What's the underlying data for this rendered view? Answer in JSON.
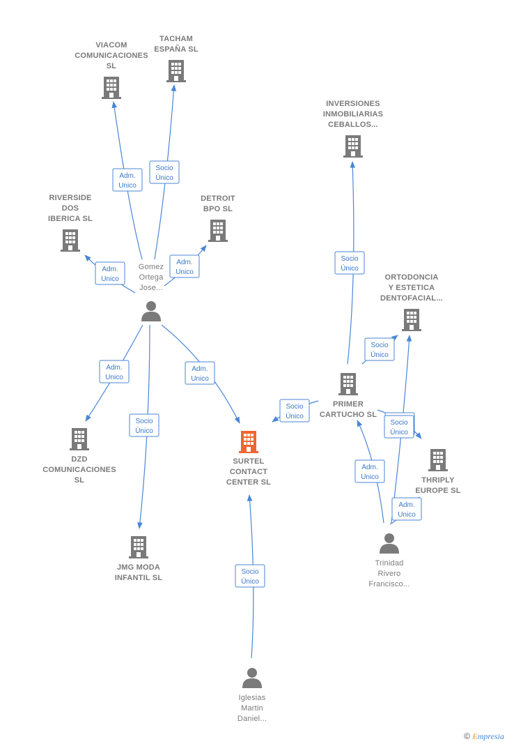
{
  "colors": {
    "edge": "#4a86d6",
    "company": "#7a7a7a",
    "highlight_company": "#ee6633",
    "person": "#7a7a7a"
  },
  "nodes": [
    {
      "id": "viacom",
      "type": "company",
      "lines": [
        "VIACOM",
        "COMUNICACIONES",
        "SL"
      ]
    },
    {
      "id": "tacham",
      "type": "company",
      "lines": [
        "TACHAM",
        "ESPAÑA  SL"
      ]
    },
    {
      "id": "riverside",
      "type": "company",
      "lines": [
        "RIVERSIDE",
        "DOS",
        "IBERICA  SL"
      ]
    },
    {
      "id": "detroit",
      "type": "company",
      "lines": [
        "DETROIT",
        "BPO  SL"
      ]
    },
    {
      "id": "gomez",
      "type": "person",
      "lines": [
        "Gomez",
        "Ortega",
        "Jose..."
      ]
    },
    {
      "id": "dzd",
      "type": "company",
      "lines": [
        "DZD",
        "COMUNICACIONES",
        "SL"
      ]
    },
    {
      "id": "jmg",
      "type": "company",
      "lines": [
        "JMG MODA",
        "INFANTIL  SL"
      ]
    },
    {
      "id": "surtel",
      "type": "company",
      "highlight": true,
      "lines": [
        "SURTEL",
        "CONTACT",
        "CENTER  SL"
      ]
    },
    {
      "id": "iglesias",
      "type": "person",
      "lines": [
        "Iglesias",
        "Martin",
        "Daniel..."
      ]
    },
    {
      "id": "inversiones",
      "type": "company",
      "lines": [
        "INVERSIONES",
        "INMOBILIARIAS",
        "CEBALLOS..."
      ]
    },
    {
      "id": "ortodoncia",
      "type": "company",
      "lines": [
        "ORTODONCIA",
        "Y ESTETICA",
        "DENTOFACIAL..."
      ]
    },
    {
      "id": "primer",
      "type": "company",
      "lines": [
        "PRIMER",
        "CARTUCHO  SL"
      ]
    },
    {
      "id": "thriply",
      "type": "company",
      "lines": [
        "THRIPLY",
        "EUROPE  SL"
      ]
    },
    {
      "id": "trinidad",
      "type": "person",
      "lines": [
        "Trinidad",
        "Rivero",
        "Francisco..."
      ]
    }
  ],
  "edges": [
    {
      "id": "e1",
      "from": "gomez",
      "to": "viacom",
      "lines": [
        "Adm.",
        "Unico"
      ]
    },
    {
      "id": "e2",
      "from": "gomez",
      "to": "tacham",
      "lines": [
        "Socio",
        "Único"
      ]
    },
    {
      "id": "e3",
      "from": "gomez",
      "to": "riverside",
      "lines": [
        "Adm.",
        "Unico"
      ]
    },
    {
      "id": "e4",
      "from": "gomez",
      "to": "detroit",
      "lines": [
        "Adm.",
        "Unico"
      ]
    },
    {
      "id": "e5",
      "from": "gomez",
      "to": "dzd",
      "lines": [
        "Adm.",
        "Unico"
      ]
    },
    {
      "id": "e6",
      "from": "gomez",
      "to": "jmg",
      "lines": [
        "Socio",
        "Único"
      ]
    },
    {
      "id": "e7",
      "from": "gomez",
      "to": "surtel",
      "lines": [
        "Adm.",
        "Unico"
      ]
    },
    {
      "id": "e8",
      "from": "iglesias",
      "to": "surtel",
      "lines": [
        "Socio",
        "Único"
      ]
    },
    {
      "id": "e9",
      "from": "primer",
      "to": "surtel",
      "lines": [
        "Socio",
        "Único"
      ]
    },
    {
      "id": "e10",
      "from": "primer",
      "to": "inversiones",
      "lines": [
        "Socio",
        "Único"
      ]
    },
    {
      "id": "e11",
      "from": "primer",
      "to": "ortodoncia",
      "lines": [
        "Socio",
        "Único"
      ]
    },
    {
      "id": "e12",
      "from": "primer",
      "to": "thriply",
      "lines": [
        "Socio",
        "Único"
      ]
    },
    {
      "id": "e13",
      "from": "trinidad",
      "to": "primer",
      "lines": [
        "Adm.",
        "Unico"
      ]
    },
    {
      "id": "e14",
      "from": "trinidad",
      "to": "ortodoncia",
      "lines": [
        "Socio",
        "Único"
      ]
    },
    {
      "id": "e15",
      "from": "trinidad",
      "to": "thriply",
      "lines": [
        "Adm.",
        "Unico"
      ]
    }
  ],
  "footer": {
    "copyright": "©",
    "brand_initial": "E",
    "brand_rest": "mpresia"
  }
}
